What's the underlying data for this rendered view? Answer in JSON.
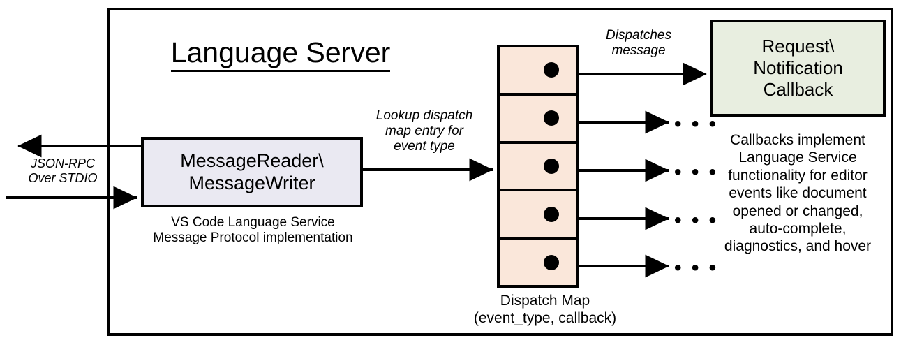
{
  "diagram": {
    "title": "Language Server",
    "frame_name": "language-server-boundary"
  },
  "external_io": {
    "label": "JSON-RPC\nOver STDIO",
    "outgoing_arrow": "response out to client",
    "incoming_arrow": "request in from client"
  },
  "message_box": {
    "label": "MessageReader\\\nMessageWriter",
    "caption": "VS Code Language Service\nMessage Protocol implementation",
    "fill": "#eae9f2",
    "stroke": "#000000"
  },
  "lookup_edge": {
    "label": "Lookup dispatch\nmap entry for\nevent type"
  },
  "dispatch_map": {
    "caption": "Dispatch Map\n(event_type, callback)",
    "fill": "#fae7da",
    "stroke": "#000000",
    "row_count": 5,
    "rows": [
      {
        "name": "dispatch-map-row-1",
        "has_dot": true,
        "target": "callback-box"
      },
      {
        "name": "dispatch-map-row-2",
        "has_dot": true,
        "target": "ellipsis"
      },
      {
        "name": "dispatch-map-row-3",
        "has_dot": true,
        "target": "ellipsis"
      },
      {
        "name": "dispatch-map-row-4",
        "has_dot": true,
        "target": "ellipsis"
      },
      {
        "name": "dispatch-map-row-5",
        "has_dot": true,
        "target": "ellipsis"
      }
    ]
  },
  "dispatch_edge": {
    "label": "Dispatches\nmessage"
  },
  "callback_box": {
    "label": "Request\\\nNotification\nCallback",
    "fill": "#e8eee0",
    "stroke": "#000000",
    "description": "Callbacks implement\nLanguage Service\nfunctionality for editor\nevents like document\nopened or changed,\nauto-complete,\ndiagnostics, and hover"
  },
  "ellipsis": {
    "glyph": "• • •",
    "count": 4
  }
}
